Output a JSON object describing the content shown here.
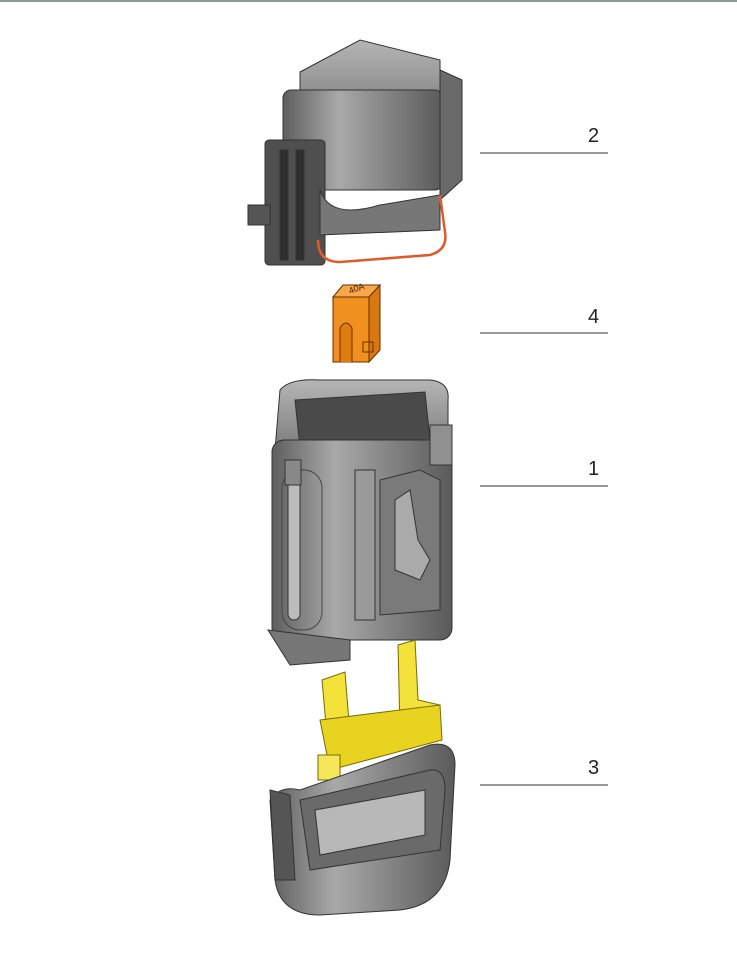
{
  "diagram": {
    "callouts": [
      {
        "label": "2",
        "part": "cover"
      },
      {
        "label": "4",
        "part": "fuse"
      },
      {
        "label": "1",
        "part": "housing"
      },
      {
        "label": "3",
        "part": "bottom-cap"
      }
    ],
    "fuse_rating": "40A",
    "colors": {
      "housing": "#8c8c8c",
      "fuse": "#f0901e",
      "terminal": "#f2e23a",
      "wire": "#e05a2a"
    }
  }
}
